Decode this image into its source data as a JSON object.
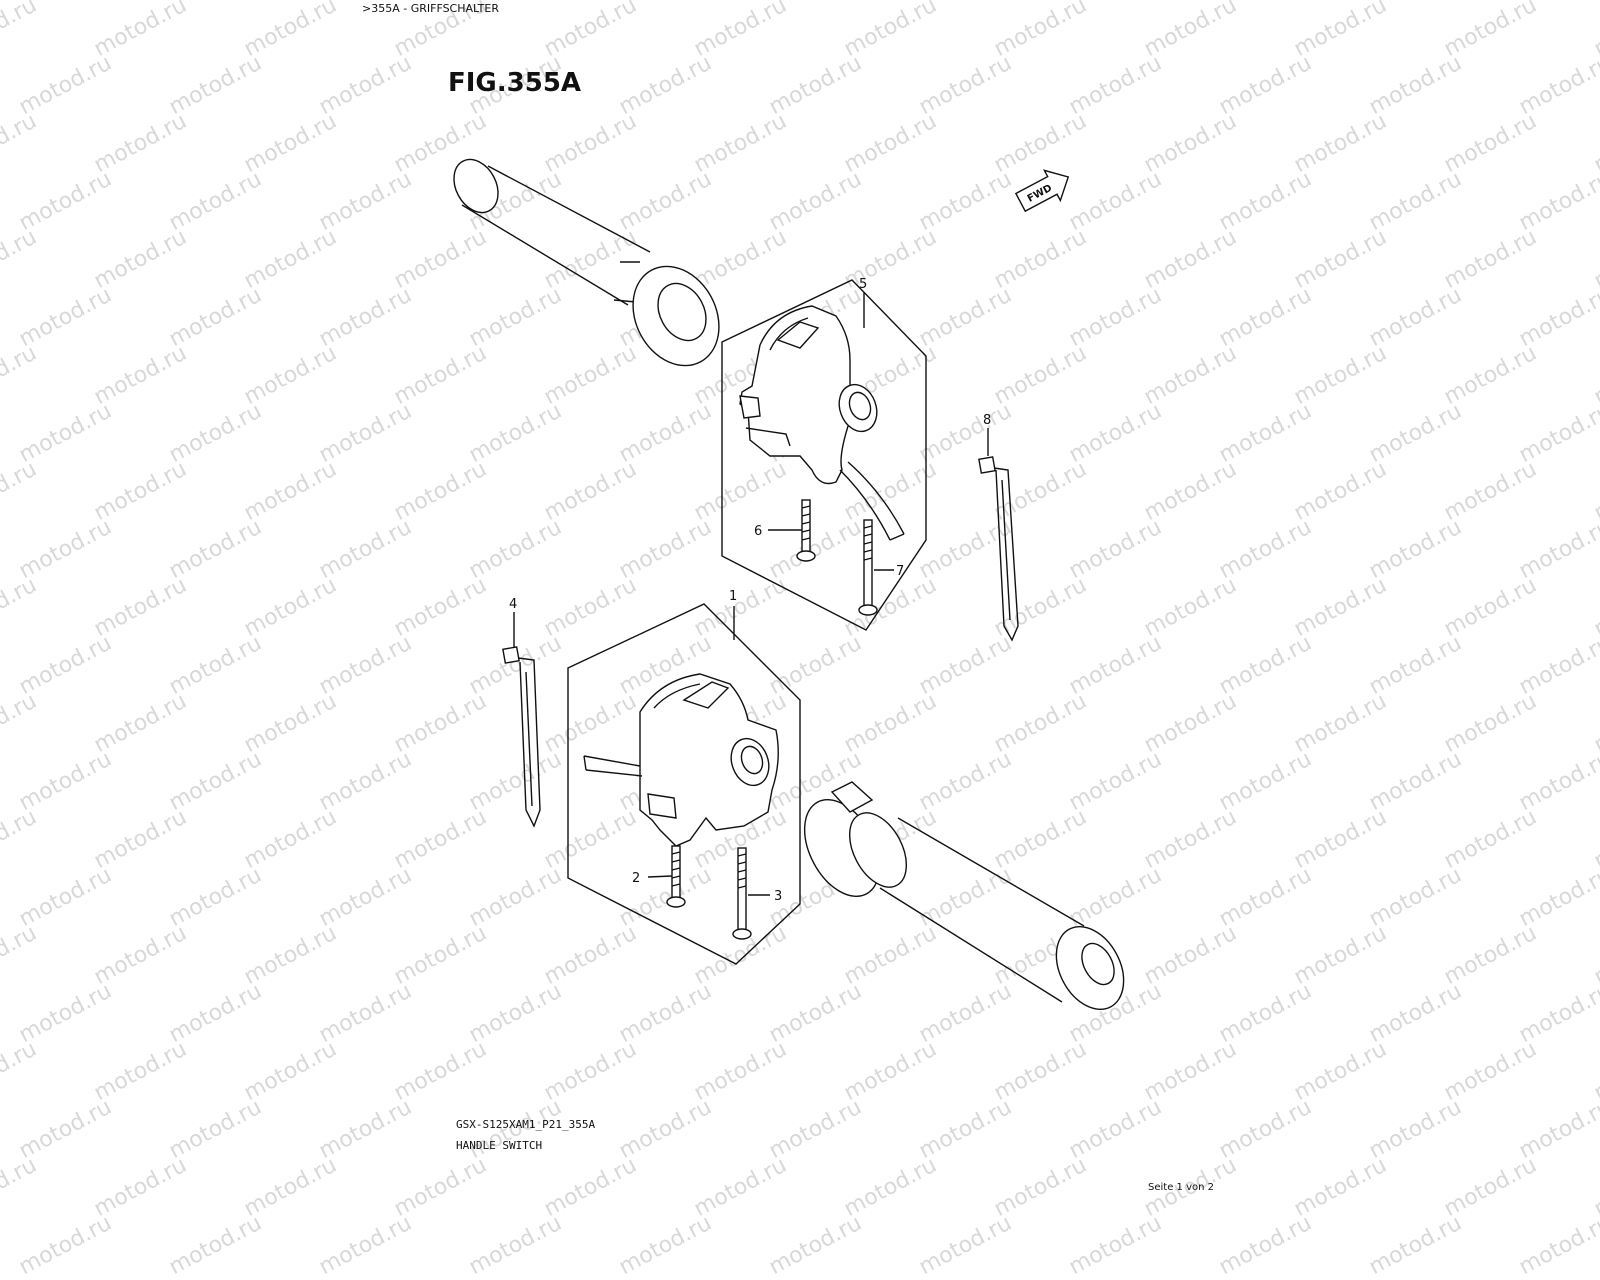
{
  "breadcrumb": ">355A - GRIFFSCHALTER",
  "figure_title": "FIG.355A",
  "direction_marker": {
    "label": "FWD",
    "icon": "forward-arrow-icon"
  },
  "callouts": [
    "1",
    "2",
    "3",
    "4",
    "5",
    "6",
    "7",
    "8"
  ],
  "footer": {
    "model_code": "GSX-S125XAM1_P21_355A",
    "part_name": "HANDLE SWITCH"
  },
  "page_number": "Seite 1 von 2",
  "watermark": "motod.ru",
  "colors": {
    "line": "#111111",
    "watermark": "#d8d8d8",
    "background": "#ffffff"
  }
}
